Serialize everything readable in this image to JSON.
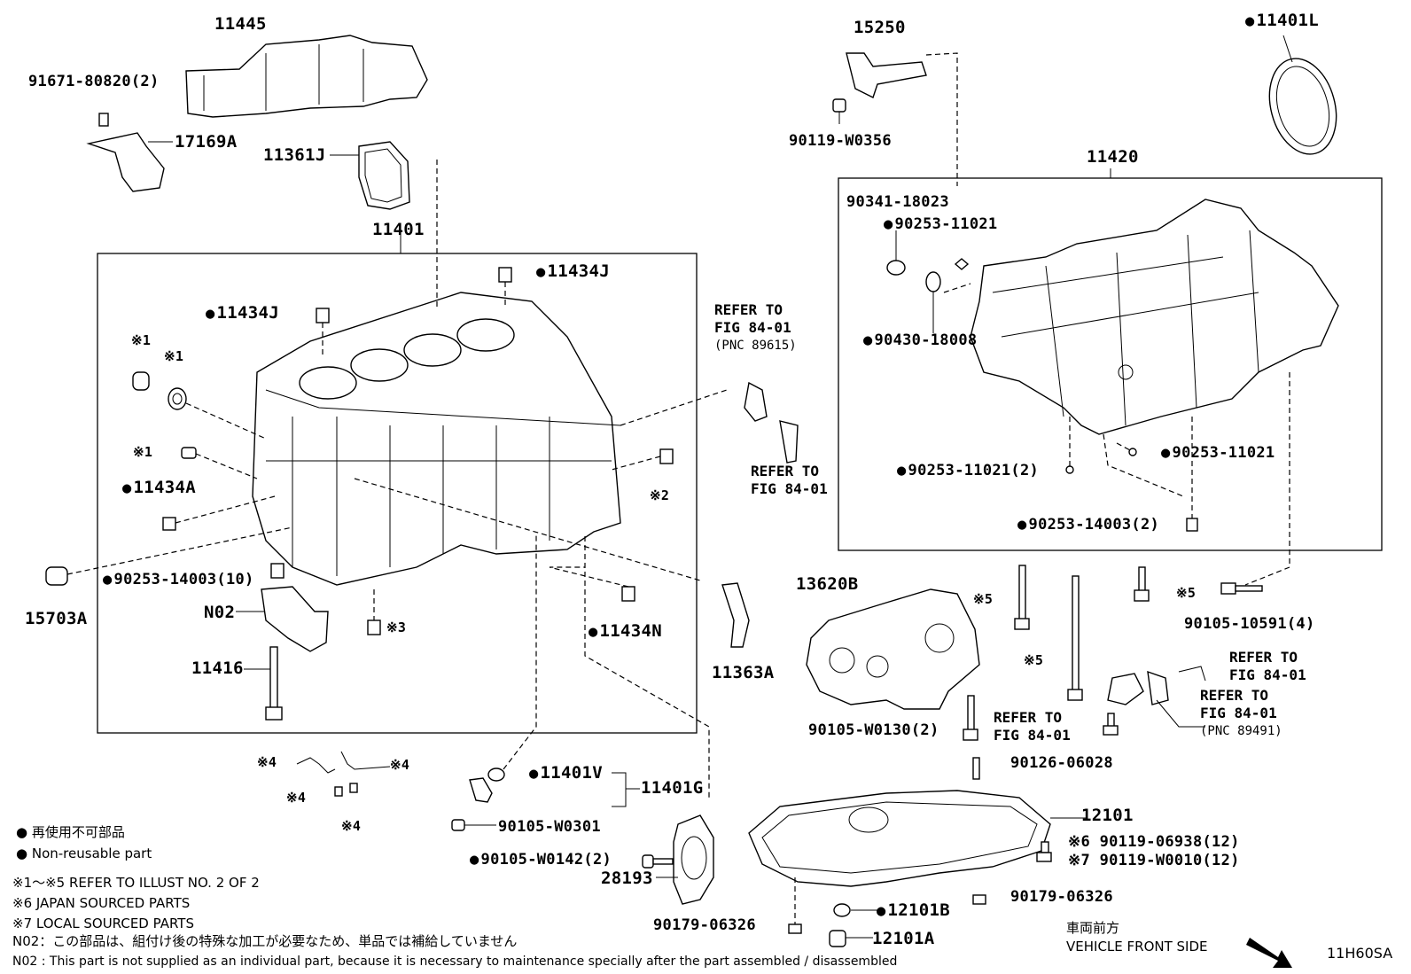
{
  "labels": {
    "p11445": "11445",
    "p91671": "91671-80820(2)",
    "p17169A": "17169A",
    "p11361J": "11361J",
    "p11401": "11401",
    "p11434J_top": "11434J",
    "p11434J_left": "11434J",
    "m1_a": "※1",
    "m1_b": "※1",
    "m1_c": "※1",
    "p11434A": "11434A",
    "m2": "※2",
    "p90253_14003_10": "90253-14003(10)",
    "p15703A": "15703A",
    "pN02": "N02",
    "m3": "※3",
    "p11434N": "11434N",
    "p11416": "11416",
    "p11363A": "11363A",
    "p15250": "15250",
    "p90119_W0356": "90119-W0356",
    "p11401L": "11401L",
    "p11420": "11420",
    "p90341": "90341-18023",
    "p90253_11021_a": "90253-11021",
    "p90430": "90430-18008",
    "p90253_11021_2": "90253-11021(2)",
    "p90253_11021_b": "90253-11021",
    "p90253_14003_2": "90253-14003(2)",
    "p13620B": "13620B",
    "m5_a": "※5",
    "m5_b": "※5",
    "m5_c": "※5",
    "p90105_10591": "90105-10591(4)",
    "p90105_W0130": "90105-W0130(2)",
    "p90126": "90126-06028",
    "p12101": "12101",
    "p90119_06938": "※6 90119-06938(12)",
    "p90119_W0010": "※7 90119-W0010(12)",
    "p90179_a": "90179-06326",
    "p12101B": "12101B",
    "p90179_b": "90179-06326",
    "p12101A": "12101A",
    "m4_a": "※4",
    "m4_b": "※4",
    "m4_c": "※4",
    "m4_d": "※4",
    "p11401V": "11401V",
    "p11401G": "11401G",
    "p90105_W0301": "90105-W0301",
    "p90105_W0142": "90105-W0142(2)",
    "p28193": "28193"
  },
  "refs": {
    "r1_line1": "REFER TO",
    "r1_line2": "FIG 84-01",
    "r1_pnc": "(PNC 89615)",
    "r2_line1": "REFER TO",
    "r2_line2": "FIG 84-01",
    "r3_line1": "REFER TO",
    "r3_line2": "FIG 84-01",
    "r4_line1": "REFER TO",
    "r4_line2": "FIG 84-01",
    "r5_line1": "REFER TO",
    "r5_line2": "FIG 84-01",
    "r5_pnc": "(PNC 89491)"
  },
  "legend": {
    "nonreusable_jp": "再使用不可部品",
    "nonreusable_en": "Non-reusable part",
    "note1": "※1～※5  REFER TO ILLUST NO. 2 OF 2",
    "note6": "※6 JAPAN SOURCED PARTS",
    "note7": "※7 LOCAL SOURCED PARTS",
    "n02_jp": "N02：この部品は、組付け後の特殊な加工が必要なため、単品では補給していません",
    "n02_en": "N02 : This part is not supplied as an individual part, because it is necessary to maintenance specially after the part assembled / disassembled"
  },
  "direction": {
    "jp": "車両前方",
    "en": "VEHICLE FRONT SIDE",
    "arrow_icon": "arrow-down-right-icon"
  },
  "illust_code": "11H60SA"
}
